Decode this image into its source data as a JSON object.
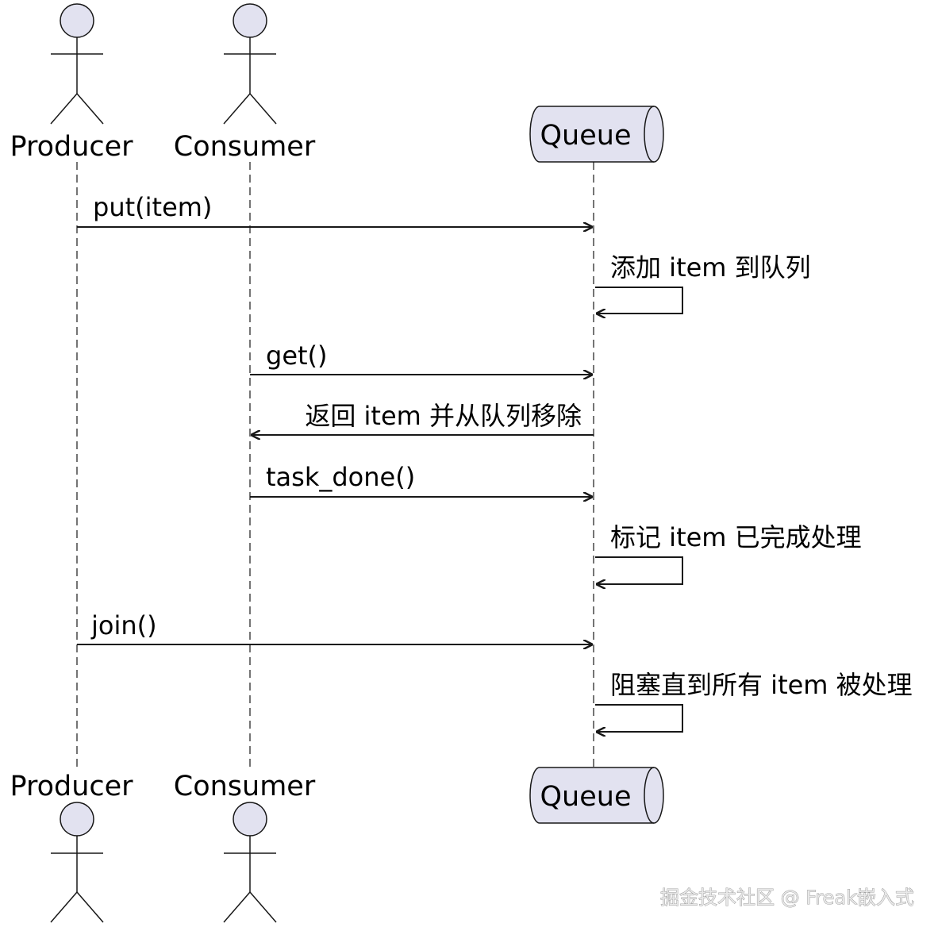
{
  "participants": {
    "producer": "Producer",
    "consumer": "Consumer",
    "queue": "Queue"
  },
  "messages": [
    "put(item)",
    "添加 item 到队列",
    "get()",
    "返回 item 并从队列移除",
    "task_done()",
    "标记 item 已完成处理",
    "join()",
    "阻塞直到所有 item 被处理"
  ],
  "watermark": "掘金技术社区 @ Freak嵌入式",
  "colors": {
    "participant_fill": "#e2e2f0",
    "line": "#181818"
  }
}
